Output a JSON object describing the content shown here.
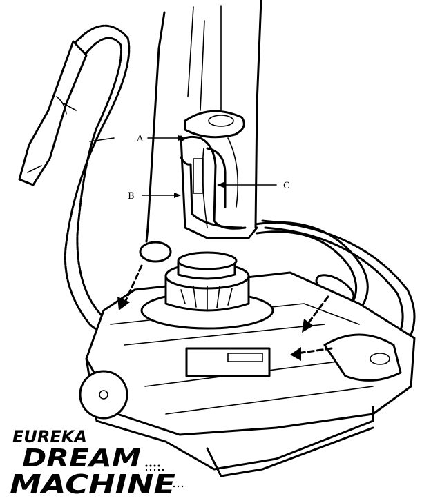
{
  "callouts": [
    {
      "id": "a",
      "label": "A"
    },
    {
      "id": "b",
      "label": "B"
    },
    {
      "id": "c",
      "label": "C"
    }
  ],
  "logo": {
    "brand": "EUREKA",
    "line1": "DREAM",
    "line2": "MACHINE"
  },
  "colors": {
    "ink": "#000000",
    "paper": "#ffffff"
  }
}
